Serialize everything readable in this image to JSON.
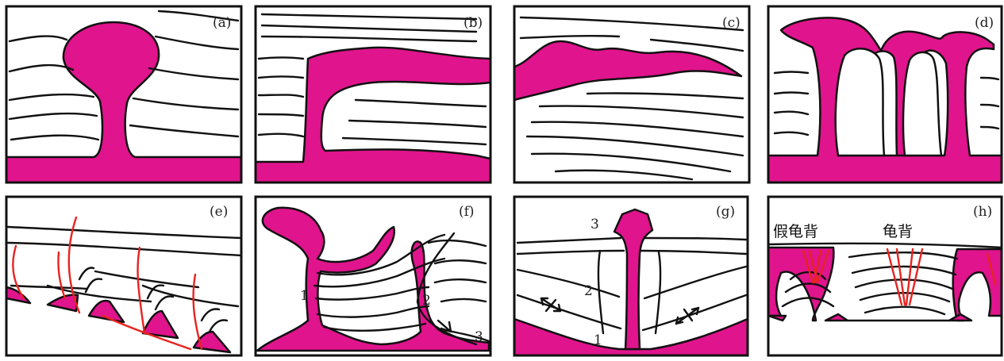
{
  "panels": [
    {
      "id": "a",
      "label": "(a)"
    },
    {
      "id": "b",
      "label": "(b)"
    },
    {
      "id": "c",
      "label": "(c)"
    },
    {
      "id": "d",
      "label": "(d)"
    },
    {
      "id": "e",
      "label": "(e)"
    },
    {
      "id": "f",
      "label": "(f)",
      "markers": [
        "1",
        "2",
        "3"
      ]
    },
    {
      "id": "g",
      "label": "(g)",
      "markers": [
        "1",
        "2",
        "3"
      ]
    },
    {
      "id": "h",
      "label": "(h)",
      "annotations": [
        "假龟背",
        "龟背"
      ]
    }
  ],
  "colors": {
    "salt": "#e0148c",
    "fault": "#e8231f",
    "strata": "#111111"
  }
}
